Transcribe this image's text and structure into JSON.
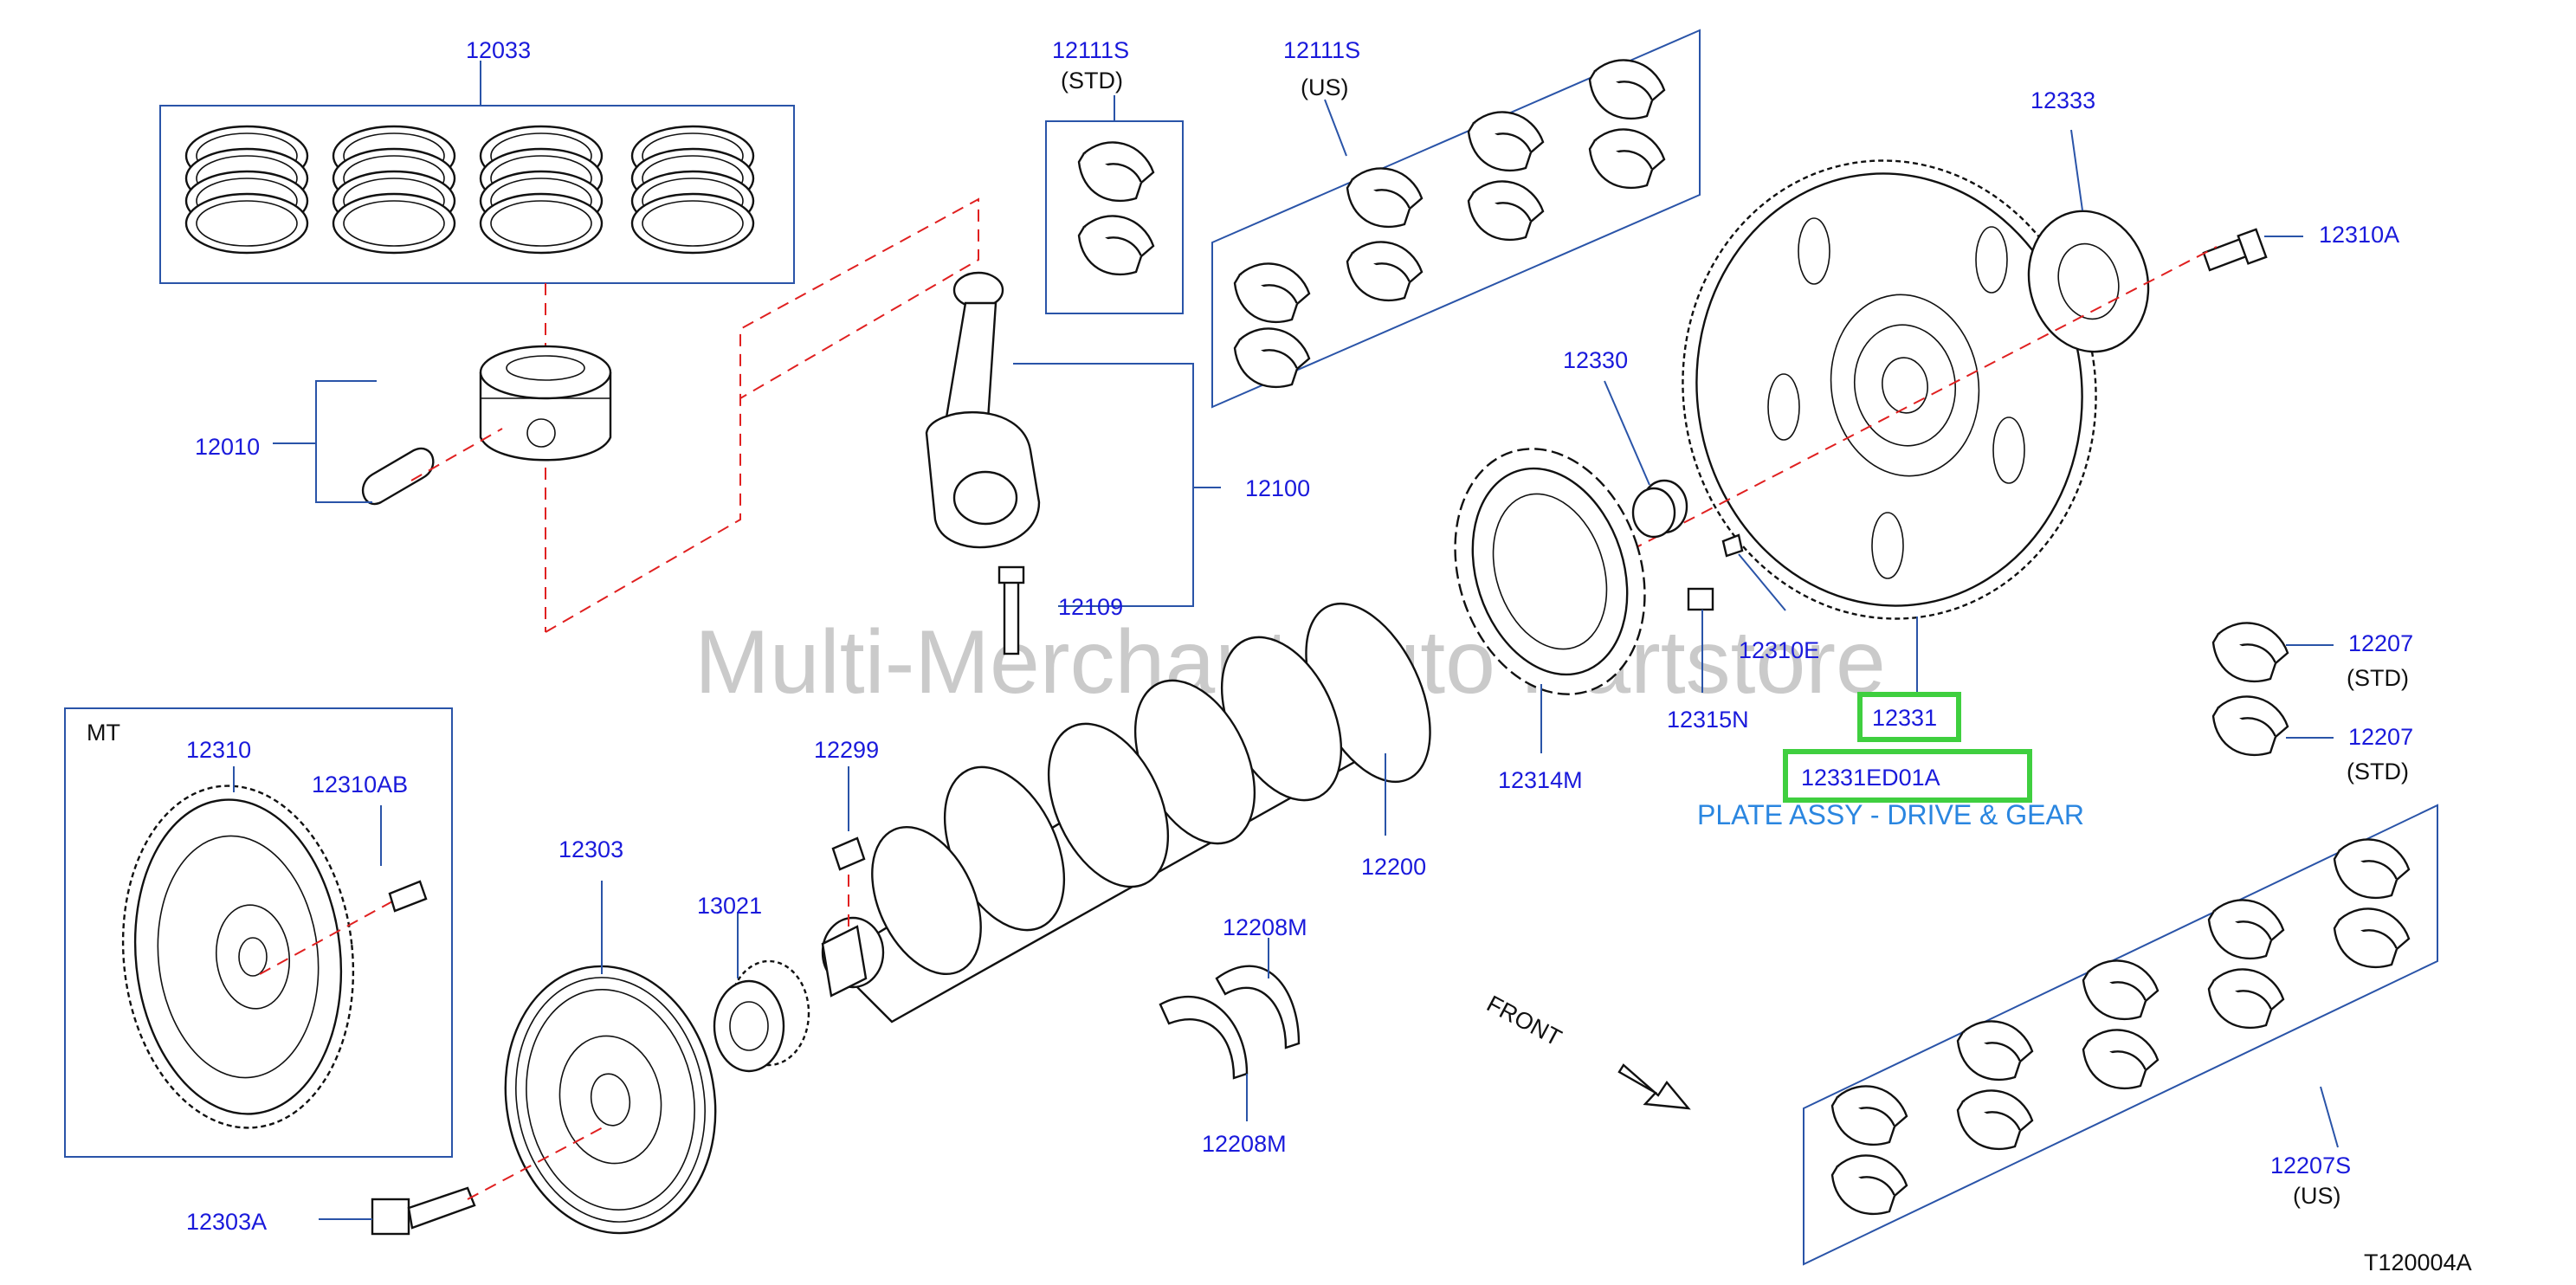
{
  "watermark": "Multi-Merchant Auto Partstore",
  "diagram_code": "T120004A",
  "front_label": "FRONT",
  "mt_label": "MT",
  "highlight": {
    "part_no": "12331",
    "catalog_no": "12331ED01A",
    "description": "PLATE ASSY - DRIVE & GEAR",
    "highlight_color": "#3fcf3f",
    "description_color": "#2a86e0"
  },
  "callouts": [
    {
      "id": "12033",
      "label": "12033"
    },
    {
      "id": "12010",
      "label": "12010"
    },
    {
      "id": "12111s-std",
      "label": "12111S",
      "sub": "(STD)"
    },
    {
      "id": "12111s-us",
      "label": "12111S",
      "sub": "(US)"
    },
    {
      "id": "12100",
      "label": "12100"
    },
    {
      "id": "12109",
      "label": "12109"
    },
    {
      "id": "12333",
      "label": "12333"
    },
    {
      "id": "12310a",
      "label": "12310A"
    },
    {
      "id": "12330",
      "label": "12330"
    },
    {
      "id": "12310e",
      "label": "12310E"
    },
    {
      "id": "12315n",
      "label": "12315N"
    },
    {
      "id": "12314m",
      "label": "12314M"
    },
    {
      "id": "12207-std-1",
      "label": "12207",
      "sub": "(STD)"
    },
    {
      "id": "12207-std-2",
      "label": "12207",
      "sub": "(STD)"
    },
    {
      "id": "12310",
      "label": "12310"
    },
    {
      "id": "12310ab",
      "label": "12310AB"
    },
    {
      "id": "12303",
      "label": "12303"
    },
    {
      "id": "13021",
      "label": "13021"
    },
    {
      "id": "12299",
      "label": "12299"
    },
    {
      "id": "12200",
      "label": "12200"
    },
    {
      "id": "12208m-1",
      "label": "12208M"
    },
    {
      "id": "12208m-2",
      "label": "12208M"
    },
    {
      "id": "12303a",
      "label": "12303A"
    },
    {
      "id": "12207s-us",
      "label": "12207S",
      "sub": "(US)"
    }
  ]
}
